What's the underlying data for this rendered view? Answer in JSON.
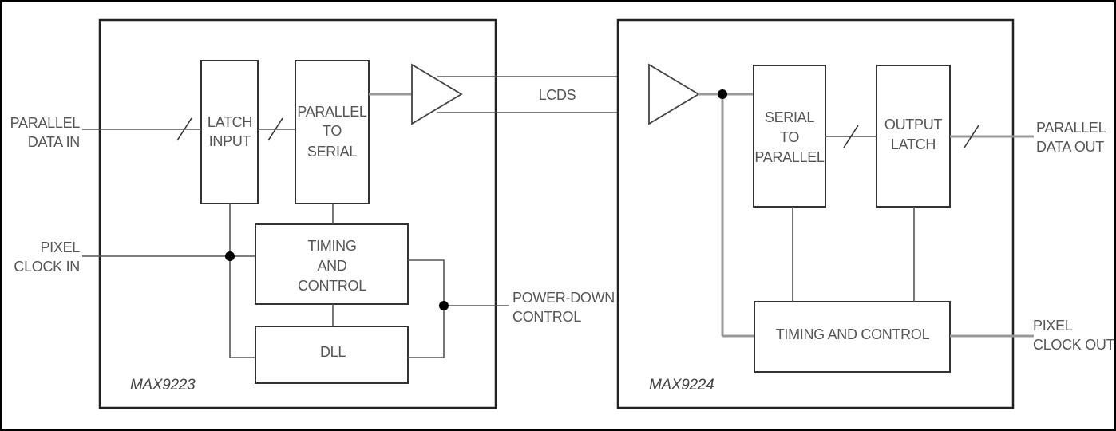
{
  "chips": {
    "transmitter": {
      "name": "MAX9223",
      "latch_input": [
        "LATCH",
        "INPUT"
      ],
      "parallel_to_serial": [
        "PARALLEL",
        "TO",
        "SERIAL"
      ],
      "timing_control": [
        "TIMING",
        "AND",
        "CONTROL"
      ],
      "dll": "DLL"
    },
    "receiver": {
      "name": "MAX9224",
      "serial_to_parallel": [
        "SERIAL",
        "TO",
        "PARALLEL"
      ],
      "output_latch": [
        "OUTPUT",
        "LATCH"
      ],
      "timing_control": "TIMING AND CONTROL"
    }
  },
  "signals": {
    "parallel_data_in": [
      "PARALLEL",
      "DATA IN"
    ],
    "pixel_clock_in": [
      "PIXEL",
      "CLOCK IN"
    ],
    "power_down": [
      "POWER-DOWN",
      "CONTROL"
    ],
    "link": "LCDS",
    "parallel_data_out": [
      "PARALLEL",
      "DATA OUT"
    ],
    "pixel_clock_out": [
      "PIXEL",
      "CLOCK OUT"
    ]
  }
}
